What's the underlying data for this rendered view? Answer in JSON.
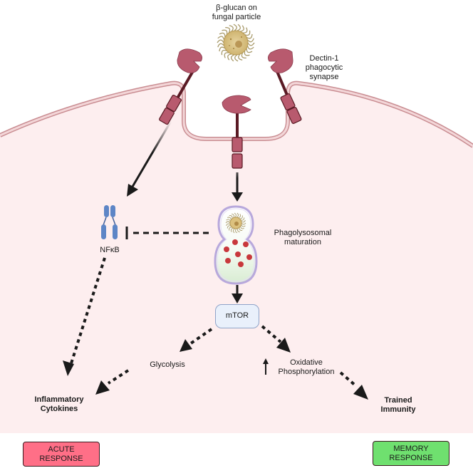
{
  "title": "Dectin-1 signaling: acute vs memory response",
  "colors": {
    "cell_fill": "#fdeeef",
    "membrane": "#d49c9f",
    "receptor": "#b85a6e",
    "receptor_stalk": "#5a1a24",
    "nfkb": "#5d85c6",
    "fungus": "#d9c083",
    "acute": "#ff6f87",
    "memory": "#6fe06f",
    "mtor_fill": "#e9f0fb"
  },
  "labels": {
    "fungal_particle": [
      "β-glucan on",
      "fungal particle"
    ],
    "synapse": [
      "Dectin-1",
      "phagocytic",
      "synapse"
    ],
    "nfkb": "NFκB",
    "phagolysosome": [
      "Phagolysosomal",
      "maturation"
    ],
    "mtor": "mTOR",
    "glycolysis": "Glycolysis",
    "oxphos": [
      "Oxidative",
      "Phosphorylation"
    ],
    "oxphos_up_symbol": "↑",
    "cytokines": [
      "Inflammatory",
      "Cytokines"
    ],
    "trained": [
      "Trained",
      "Immunity"
    ]
  },
  "boxes": {
    "acute": [
      "ACUTE",
      "RESPONSE"
    ],
    "memory": [
      "MEMORY",
      "RESPONSE"
    ]
  },
  "edges": [
    {
      "from": "dectin-1 receptor (left)",
      "to": "NFκB",
      "style": "solid-faded-arrow"
    },
    {
      "from": "dectin-1 receptor (internalized)",
      "to": "Phagolysosomal maturation",
      "style": "solid-arrow"
    },
    {
      "from": "Phagolysosomal maturation",
      "to": "NFκB",
      "style": "dashed-inhibition"
    },
    {
      "from": "Phagolysosomal maturation",
      "to": "mTOR",
      "style": "solid-arrow"
    },
    {
      "from": "NFκB",
      "to": "Inflammatory Cytokines",
      "style": "dotted-arrow"
    },
    {
      "from": "mTOR",
      "to": "Glycolysis",
      "style": "dotted-arrow"
    },
    {
      "from": "mTOR",
      "to": "Oxidative Phosphorylation",
      "style": "dotted-arrow"
    },
    {
      "from": "Glycolysis",
      "to": "Inflammatory Cytokines",
      "style": "dotted-arrow"
    },
    {
      "from": "Oxidative Phosphorylation",
      "to": "Trained Immunity",
      "style": "dotted-arrow"
    }
  ]
}
